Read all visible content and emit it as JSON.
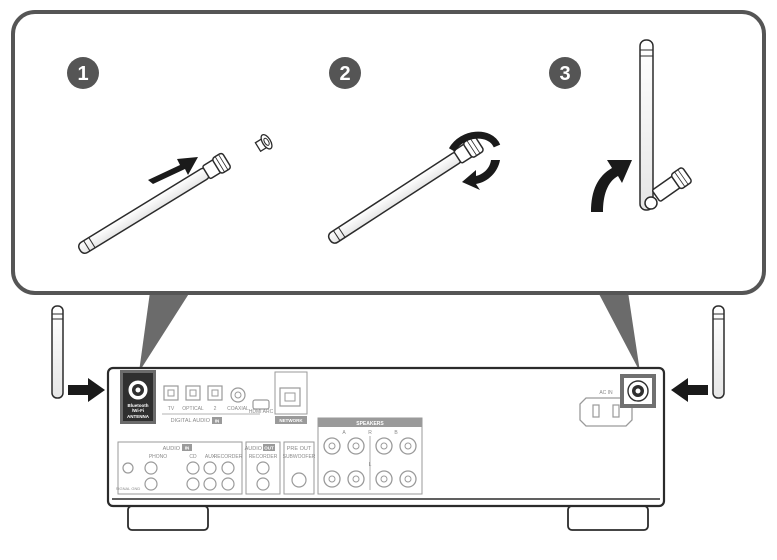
{
  "steps": [
    {
      "number": "1"
    },
    {
      "number": "2"
    },
    {
      "number": "3"
    }
  ],
  "receiver": {
    "antenna_label_line1": "Bluetooth",
    "antenna_label_line2": "/Wi-Fi",
    "antenna_label_line3": "ANTENNA",
    "digital_audio_label": "DIGITAL AUDIO",
    "digital_audio_tag": "IN",
    "coaxial_label": "COAXIAL",
    "optical_labels": [
      "TV",
      "OPTICAL",
      "2"
    ],
    "hdmi_label": "HDMI ARC",
    "network_label": "NETWORK",
    "ac_in_label": "AC IN",
    "audio_in_label": "AUDIO",
    "audio_in_tag": "IN",
    "phono_label": "PHONO",
    "cd_label": "CD",
    "aux_label": "AUX",
    "recorder_label": "RECORDER",
    "audio_out_label": "AUDIO",
    "audio_out_tag": "OUT",
    "recorder_out_label": "RECORDER",
    "pre_out_label": "PRE OUT",
    "subwoofer_label": "SUBWOOFER",
    "speakers_label": "SPEAKERS",
    "speaker_tags": [
      "A",
      "R",
      "B",
      "L"
    ],
    "signal_gnd_label": "SIGNAL GND"
  },
  "colors": {
    "outline": "#2b2b2b",
    "panel_border": "#555555",
    "step_circle": "#555555",
    "callout_fill": "#6b6b6b",
    "highlight_border": "#707070",
    "faded": "#9a9a9a"
  },
  "icons": [
    "arrow-right-icon",
    "arrow-left-icon",
    "rotate-arrow-icon",
    "curve-up-arrow-icon"
  ]
}
